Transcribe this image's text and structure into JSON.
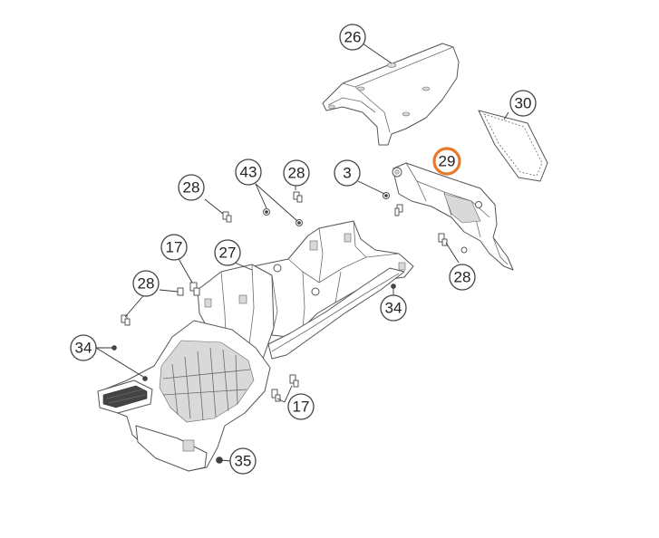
{
  "diagram": {
    "highlight_color": "#e8792b",
    "callouts": [
      {
        "id": "26",
        "label": "26",
        "highlighted": false
      },
      {
        "id": "30",
        "label": "30",
        "highlighted": false
      },
      {
        "id": "29",
        "label": "29",
        "highlighted": true
      },
      {
        "id": "3",
        "label": "3",
        "highlighted": false
      },
      {
        "id": "43",
        "label": "43",
        "highlighted": false
      },
      {
        "id": "28a",
        "label": "28",
        "highlighted": false
      },
      {
        "id": "28b",
        "label": "28",
        "highlighted": false
      },
      {
        "id": "28c",
        "label": "28",
        "highlighted": false
      },
      {
        "id": "28d",
        "label": "28",
        "highlighted": false
      },
      {
        "id": "17a",
        "label": "17",
        "highlighted": false
      },
      {
        "id": "27",
        "label": "27",
        "highlighted": false
      },
      {
        "id": "34a",
        "label": "34",
        "highlighted": false
      },
      {
        "id": "34b",
        "label": "34",
        "highlighted": false
      },
      {
        "id": "17b",
        "label": "17",
        "highlighted": false
      },
      {
        "id": "35",
        "label": "35",
        "highlighted": false
      }
    ]
  }
}
